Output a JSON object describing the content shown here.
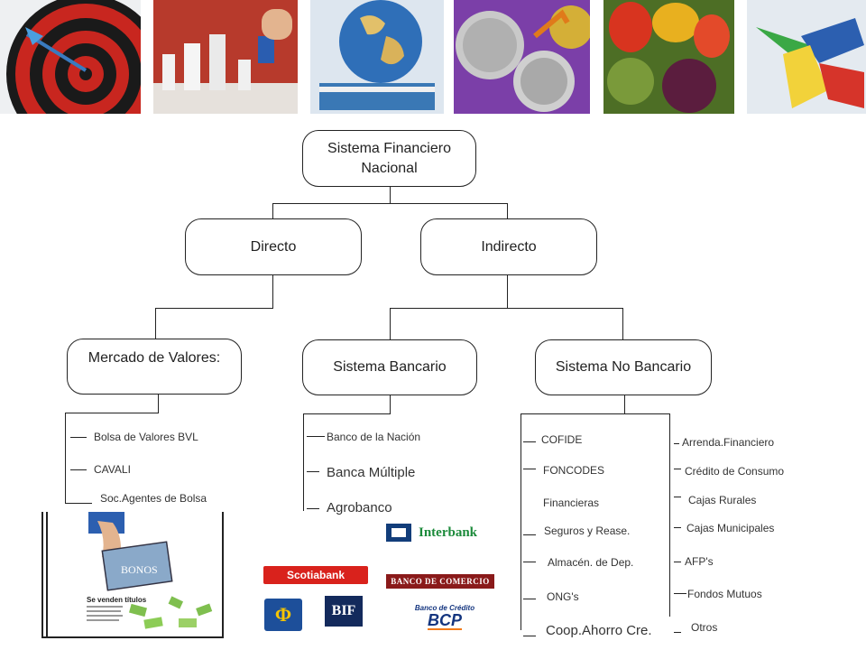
{
  "diagram": {
    "root": "Sistema Financiero Nacional",
    "root_lines": [
      "Sistema Financiero",
      "Nacional"
    ],
    "level1": [
      "Directo",
      "Indirecto"
    ],
    "mercado": {
      "title": "Mercado de Valores:",
      "items": [
        "Bolsa de Valores BVL",
        "CAVALI",
        "Soc.Agentes de Bolsa"
      ]
    },
    "bancario": {
      "title": "Sistema Bancario",
      "items": [
        "Banco de la Nación",
        "Banca Múltiple",
        "Agrobanco"
      ]
    },
    "no_bancario": {
      "title": "Sistema No Bancario",
      "left_items": [
        "COFIDE",
        "FONCODES",
        "Financieras",
        "Seguros  y Rease.",
        "Almacén. de Dep.",
        "ONG's",
        "Coop.Ahorro Cre."
      ],
      "right_items": [
        "Arrenda.Financiero",
        "Crédito de Consumo",
        "Cajas Rurales",
        "Cajas Municipales",
        "AFP's",
        "Fondos Mutuos",
        "Otros"
      ]
    }
  },
  "logos": {
    "interbank": "Interbank",
    "scotiabank": "Scotiabank",
    "banco_comercio": "BANCO DE COMERCIO",
    "bif": "BIF",
    "bcp_top": "Banco de Crédito",
    "bcp": "BCP"
  },
  "clipart": {
    "bonos": "BONOS",
    "headline": "Se venden títulos"
  },
  "colors": {
    "interbank_green": "#1b8a3a",
    "interbank_blue": "#123d7a",
    "scotiabank_red": "#d9221c",
    "bcp_blue": "#14357f",
    "bcp_orange": "#f27b1a",
    "bif_navy": "#132a5c"
  }
}
